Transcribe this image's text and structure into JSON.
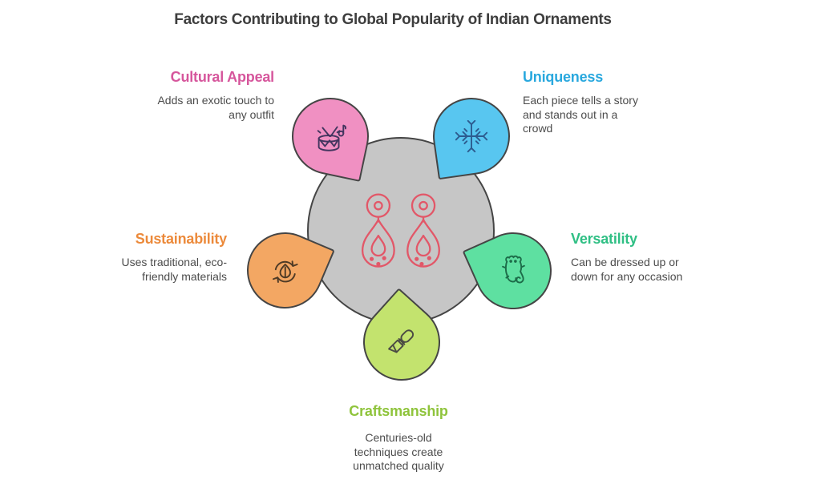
{
  "title": "Factors Contributing to Global Popularity of Indian Ornaments",
  "center": {
    "icon": "earrings-icon",
    "fill_color": "#c6c6c6",
    "earring_stroke_color": "#e25768"
  },
  "outline_color": "#454545",
  "factors": [
    {
      "id": "cultural-appeal",
      "label": "Cultural Appeal",
      "description": "Adds an exotic touch to\nany outfit",
      "heading_color": "#d6569c",
      "petal_color": "#f090c2",
      "icon": "drum-icon",
      "position": "top-left"
    },
    {
      "id": "uniqueness",
      "label": "Uniqueness",
      "description": "Each piece tells a story\nand stands out in a\ncrowd",
      "heading_color": "#29a8de",
      "petal_color": "#58c6f0",
      "icon": "snowflake-icon",
      "position": "top-right"
    },
    {
      "id": "sustainability",
      "label": "Sustainability",
      "description": "Uses traditional, eco-\nfriendly materials",
      "heading_color": "#ec8a3b",
      "petal_color": "#f3a763",
      "icon": "recycle-leaf-icon",
      "position": "left"
    },
    {
      "id": "versatility",
      "label": "Versatility",
      "description": "Can be dressed up or\ndown for any occasion",
      "heading_color": "#2fbf84",
      "petal_color": "#5ee0a1",
      "icon": "ganesha-icon",
      "position": "right"
    },
    {
      "id": "craftsmanship",
      "label": "Craftsmanship",
      "description": "Centuries-old\ntechniques create\nunmatched quality",
      "heading_color": "#8fc43c",
      "petal_color": "#c3e36e",
      "icon": "chisel-icon",
      "position": "bottom"
    }
  ]
}
